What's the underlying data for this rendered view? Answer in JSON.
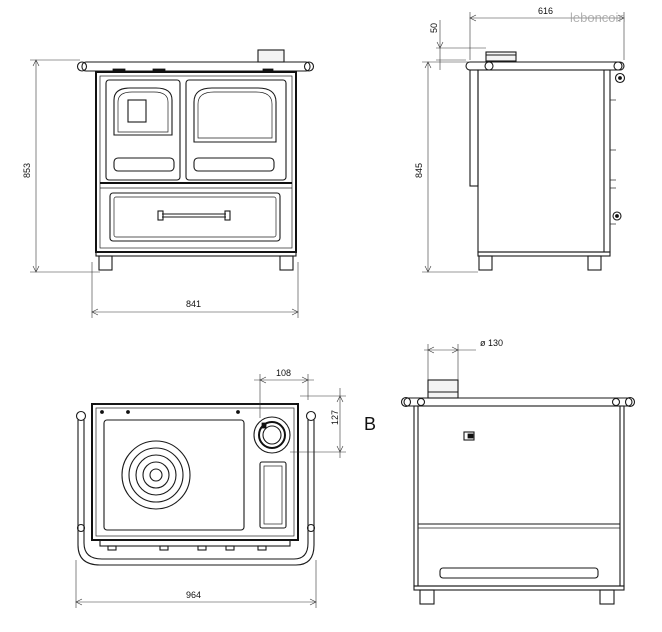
{
  "watermark": "leboncoin",
  "views": {
    "front": {
      "dim_width": "841",
      "dim_height": "853"
    },
    "side": {
      "dim_depth": "616",
      "dim_top_offset": "50",
      "dim_height": "845"
    },
    "top": {
      "dim_flue_offset": "108",
      "dim_flue_depth": "127",
      "dim_total_width": "964",
      "section_letter": "B"
    },
    "back": {
      "dim_flue_diameter": "ø 130"
    }
  },
  "colors": {
    "line": "#1a1a1a",
    "background": "#ffffff"
  }
}
